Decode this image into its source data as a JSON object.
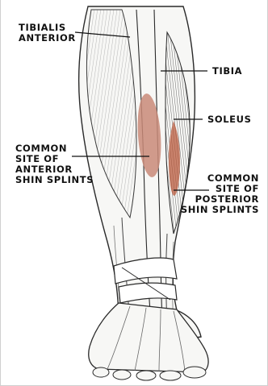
{
  "labels": {
    "tibialis_anterior": {
      "line1": "TIBIALIS",
      "line2": "ANTERIOR"
    },
    "tibia": {
      "line1": "TIBIA"
    },
    "soleus": {
      "line1": "SOLEUS"
    },
    "anterior_site": {
      "line1": "COMMON",
      "line2": "SITE OF",
      "line3": "ANTERIOR",
      "line4": "SHIN SPLINTS"
    },
    "posterior_site": {
      "line1": "COMMON",
      "line2": "SITE OF",
      "line3": "POSTERIOR",
      "line4": "SHIN SPLINTS"
    }
  },
  "colors": {
    "anterior_highlight": "#c98a78",
    "posterior_highlight": "#b85a3c",
    "outline": "#2a2a2a",
    "leader_line": "#111111"
  }
}
